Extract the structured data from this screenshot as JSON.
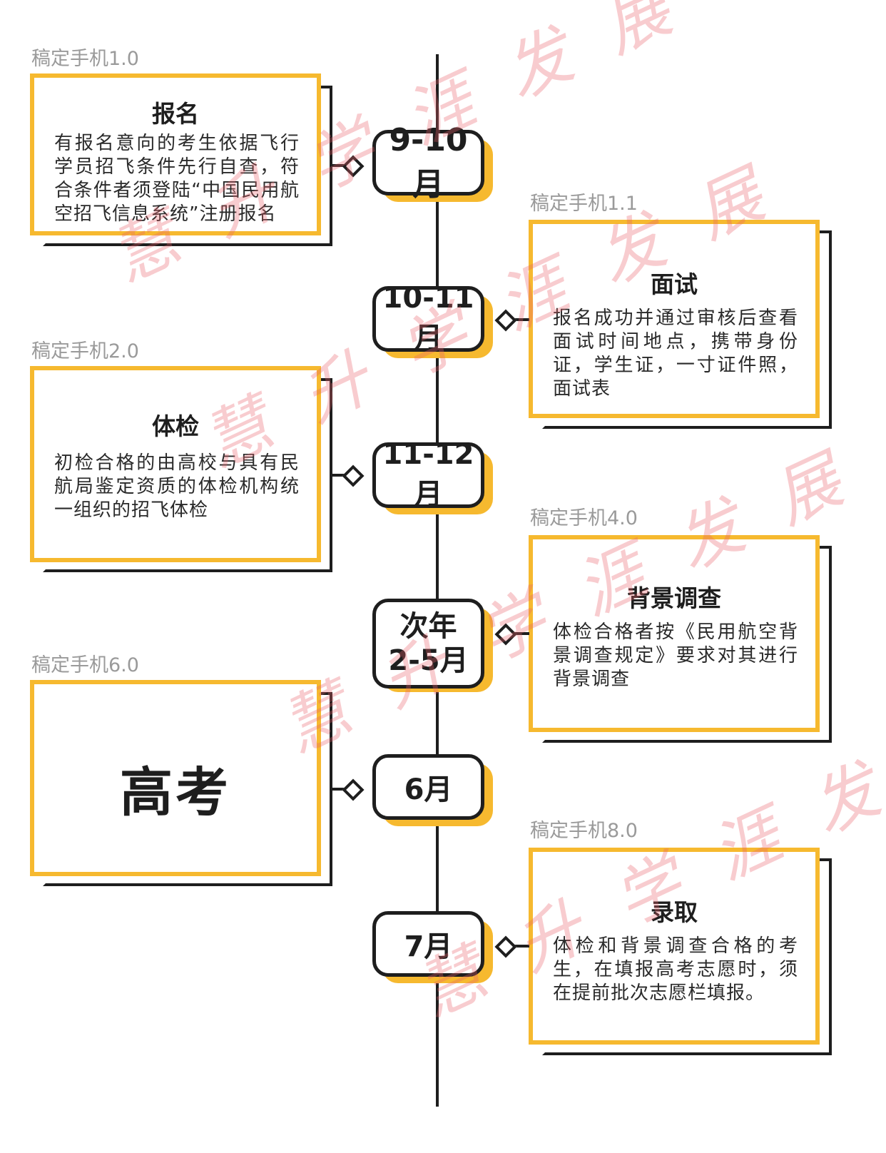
{
  "timeline": [
    {
      "date": "9-10月"
    },
    {
      "date": "10-11月"
    },
    {
      "date": "11-12月"
    },
    {
      "date_line1": "次年",
      "date_line2": "2-5月"
    },
    {
      "date": "6月"
    },
    {
      "date": "7月"
    }
  ],
  "steps": [
    {
      "label": "稿定手机1.0",
      "title": "报名",
      "body": "有报名意向的考生依据飞行学员招飞条件先行自查，符合条件者须登陆“中国民用航空招飞信息系统”注册报名"
    },
    {
      "label": "稿定手机1.1",
      "title": "面试",
      "body": "报名成功并通过审核后查看面试时间地点，携带身份证，学生证，一寸证件照，面试表"
    },
    {
      "label": "稿定手机2.0",
      "title": "体检",
      "body": "初检合格的由高校与具有民航局鉴定资质的体检机构统一组织的招飞体检"
    },
    {
      "label": "稿定手机4.0",
      "title": "背景调查",
      "body": "体检合格者按《民用航空背景调查规定》要求对其进行背景调查"
    },
    {
      "label": "稿定手机6.0",
      "title": "高考"
    },
    {
      "label": "稿定手机8.0",
      "title": "录取",
      "body": "体检和背景调查合格的考生，在填报高考志愿时，须在提前批次志愿栏填报。"
    }
  ],
  "watermark": "慧升学涯发展",
  "colors": {
    "accent": "#f6b92f",
    "line": "#1e1e1e",
    "watermark": "#e85f69"
  }
}
